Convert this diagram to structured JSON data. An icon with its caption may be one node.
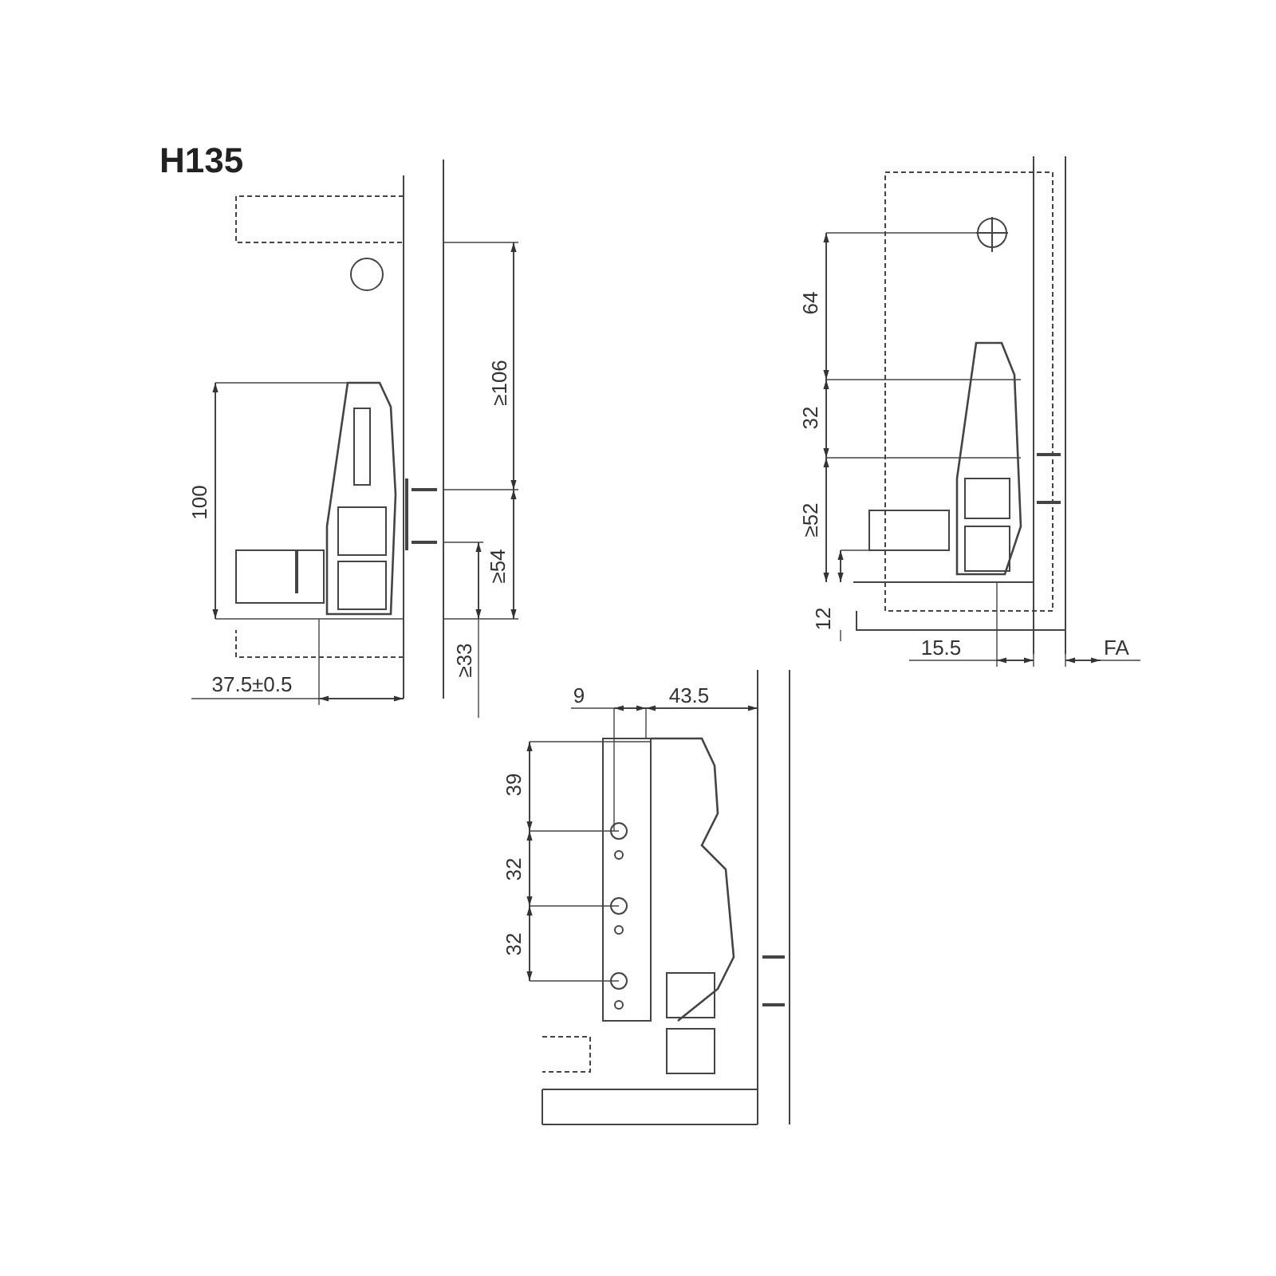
{
  "diagram": {
    "title": "H135",
    "labels": [
      "100",
      "≥106",
      "≥54",
      "≥33",
      "37.5±0.5",
      "64",
      "32",
      "≥52",
      "12",
      "15.5",
      "FA",
      "9",
      "43.5",
      "39",
      "32",
      "32"
    ]
  }
}
